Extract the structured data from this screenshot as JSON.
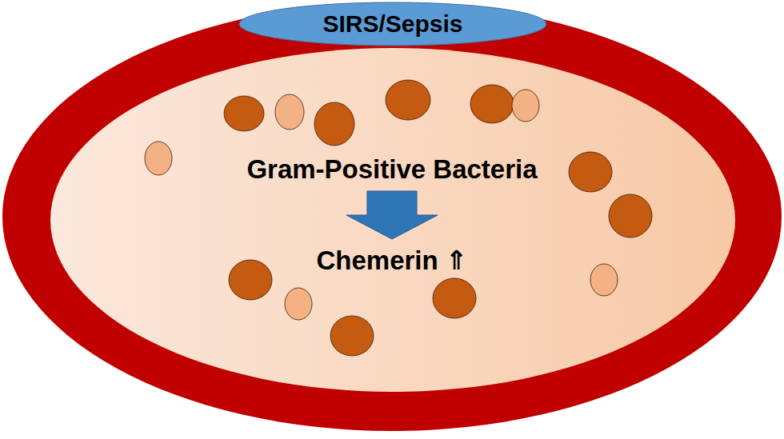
{
  "diagram": {
    "nodes": [
      {
        "text": [
          "SIRS/Sepsis"
        ]
      },
      {
        "text": [
          "Gram-Positive Bacteria"
        ]
      },
      {
        "text": [
          "Chemerin ⇑"
        ]
      }
    ],
    "edges": [
      {
        "from": 1,
        "to": 2,
        "arrow": "to"
      }
    ]
  }
}
